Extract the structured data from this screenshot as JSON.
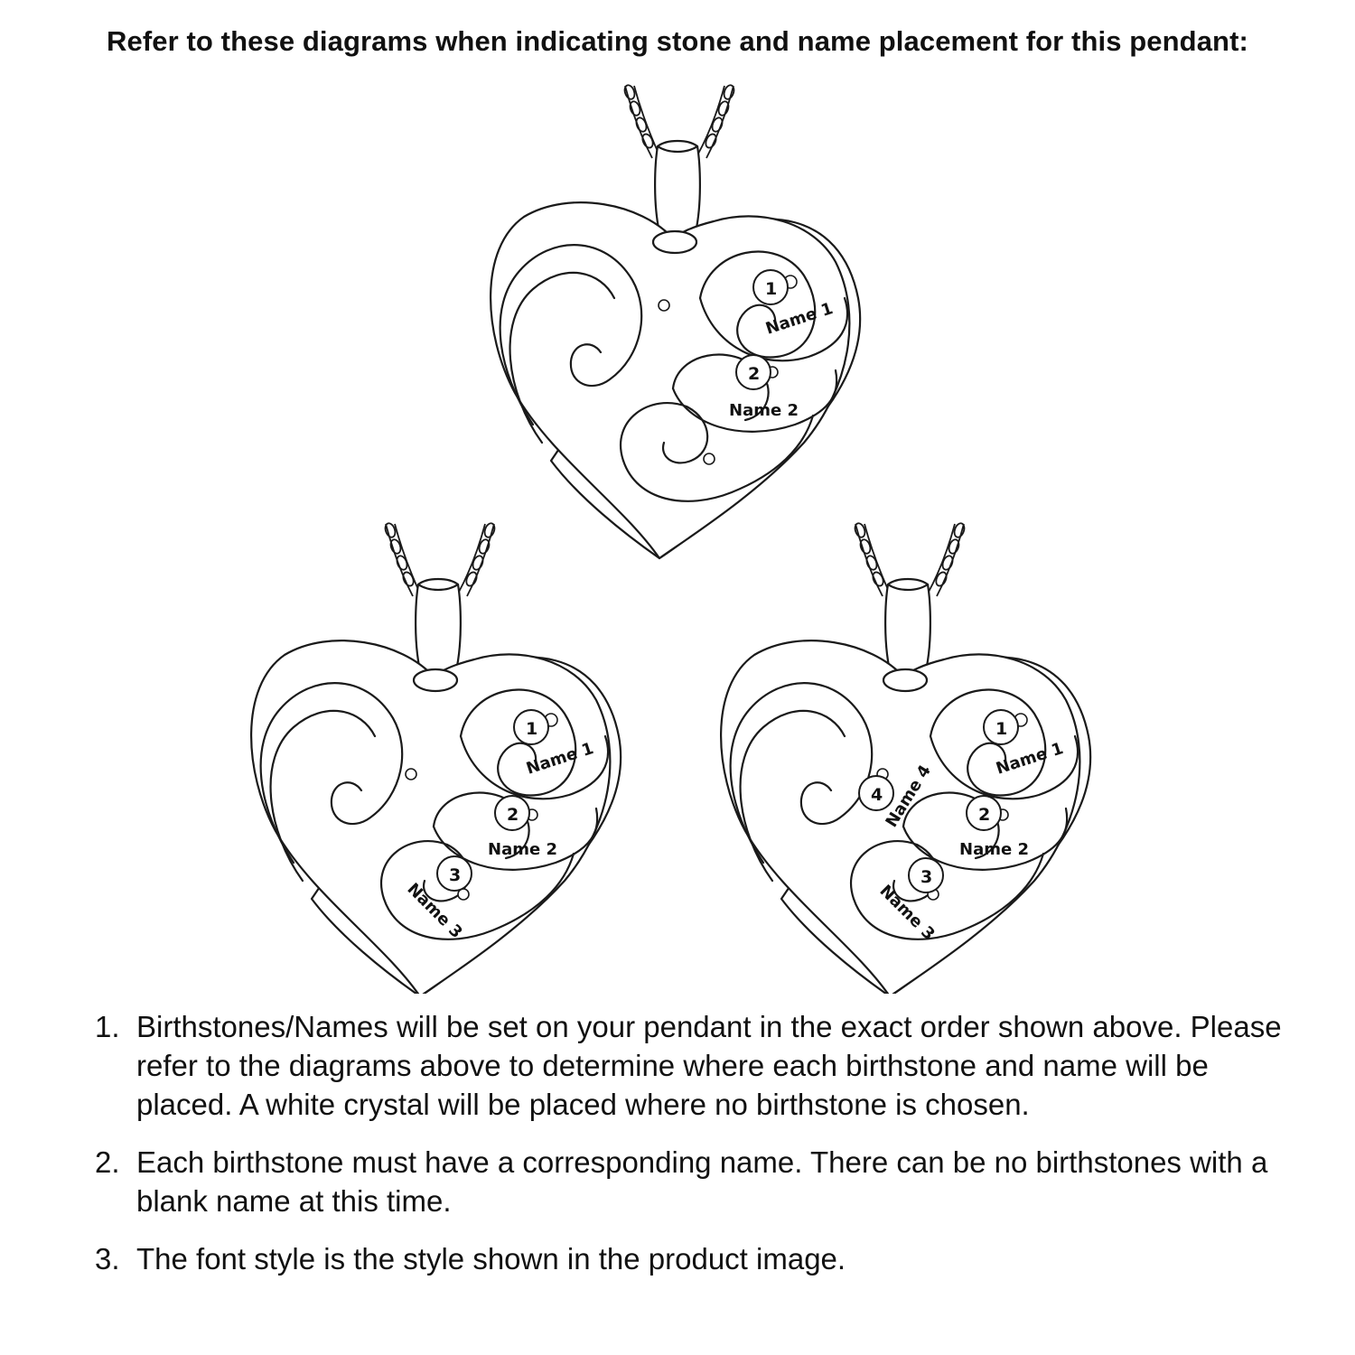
{
  "heading": "Refer to these diagrams when indicating stone and name placement for this pendant:",
  "diagrams": [
    {
      "stones": [
        "1",
        "2"
      ],
      "names": [
        "Name 1",
        "Name 2"
      ]
    },
    {
      "stones": [
        "1",
        "2",
        "3"
      ],
      "names": [
        "Name 1",
        "Name 2",
        "Name 3"
      ]
    },
    {
      "stones": [
        "1",
        "2",
        "3",
        "4"
      ],
      "names": [
        "Name 1",
        "Name 2",
        "Name 3",
        "Name 4"
      ]
    }
  ],
  "notes": [
    {
      "index": "1.",
      "text": "Birthstones/Names will be set on your pendant in the exact order shown above. Please refer to the diagrams above to determine where each birthstone and name will be placed. A white crystal will be placed where no birthstone is chosen."
    },
    {
      "index": "2.",
      "text": "Each birthstone must have a corresponding name. There can be no birthstones with a blank name at this time."
    },
    {
      "index": "3.",
      "text": "The font style is the style shown in the product image."
    }
  ]
}
